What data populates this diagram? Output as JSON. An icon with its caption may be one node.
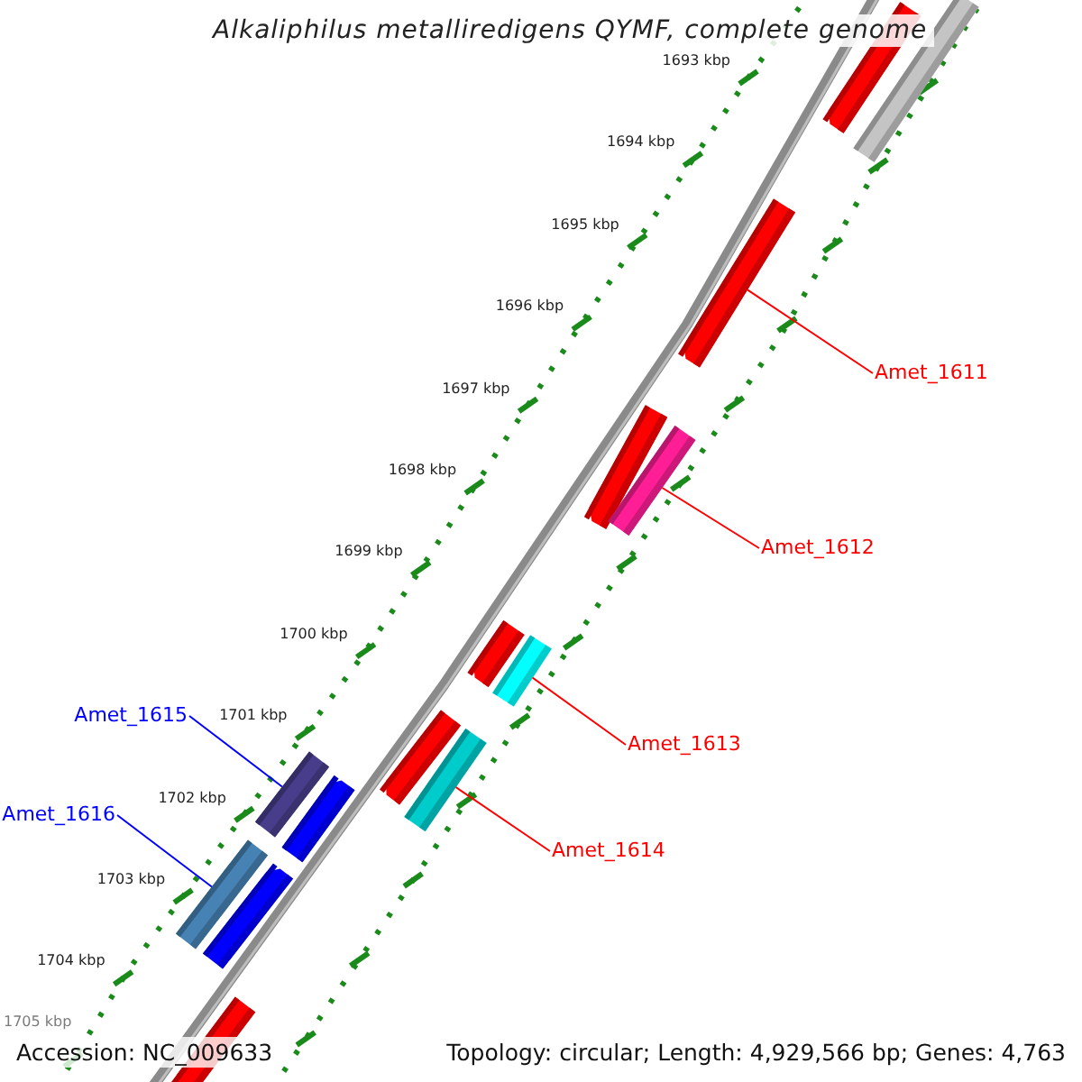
{
  "diagram": {
    "title": "Alkaliphilus metalliredigens QYMF, complete genome",
    "nodes": [
      {
        "text": [
          "Amet_1611"
        ]
      },
      {
        "text": [
          "Amet_1612"
        ]
      },
      {
        "text": [
          "Amet_1613"
        ]
      },
      {
        "text": [
          "Amet_1614"
        ]
      },
      {
        "text": [
          "Amet_1615"
        ]
      },
      {
        "text": [
          "Amet_1616"
        ]
      },
      {
        "text": [],
        "shape": "bar"
      },
      {
        "text": [],
        "shape": "bar"
      },
      {
        "text": [],
        "shape": "bar"
      },
      {
        "text": [],
        "shape": "bar"
      },
      {
        "text": [],
        "shape": "bar"
      },
      {
        "text": [],
        "shape": "bar"
      },
      {
        "text": [],
        "shape": "bar"
      },
      {
        "text": [],
        "shape": "bar"
      },
      {
        "text": [],
        "shape": "bar"
      },
      {
        "text": [],
        "shape": "bar"
      },
      {
        "text": [],
        "shape": "bar"
      },
      {
        "text": [],
        "shape": "bar"
      },
      {
        "text": [],
        "shape": "bar"
      },
      {
        "text": [],
        "shape": "bar"
      }
    ],
    "edges": [
      {
        "from": 0,
        "to": 8,
        "arrow": "none"
      },
      {
        "from": 1,
        "to": 10,
        "arrow": "none"
      },
      {
        "from": 2,
        "to": 12,
        "arrow": "none"
      },
      {
        "from": 3,
        "to": 14,
        "arrow": "none"
      },
      {
        "from": 4,
        "to": 15,
        "arrow": "none",
        "color": "#0000ff"
      },
      {
        "from": 5,
        "to": 17,
        "arrow": "none",
        "color": "#0000ff"
      }
    ],
    "labels": [
      "1693 kbp",
      "1694 kbp",
      "1695 kbp",
      "1696 kbp",
      "1697 kbp",
      "1698 kbp",
      "1699 kbp",
      "1700 kbp",
      "1701 kbp",
      "1702 kbp",
      "1703 kbp",
      "1704 kbp",
      "1705 kbp",
      "Accession: NC_009633",
      "Topology: circular; Length: 4,929,566 bp; Genes: 4,763"
    ]
  }
}
